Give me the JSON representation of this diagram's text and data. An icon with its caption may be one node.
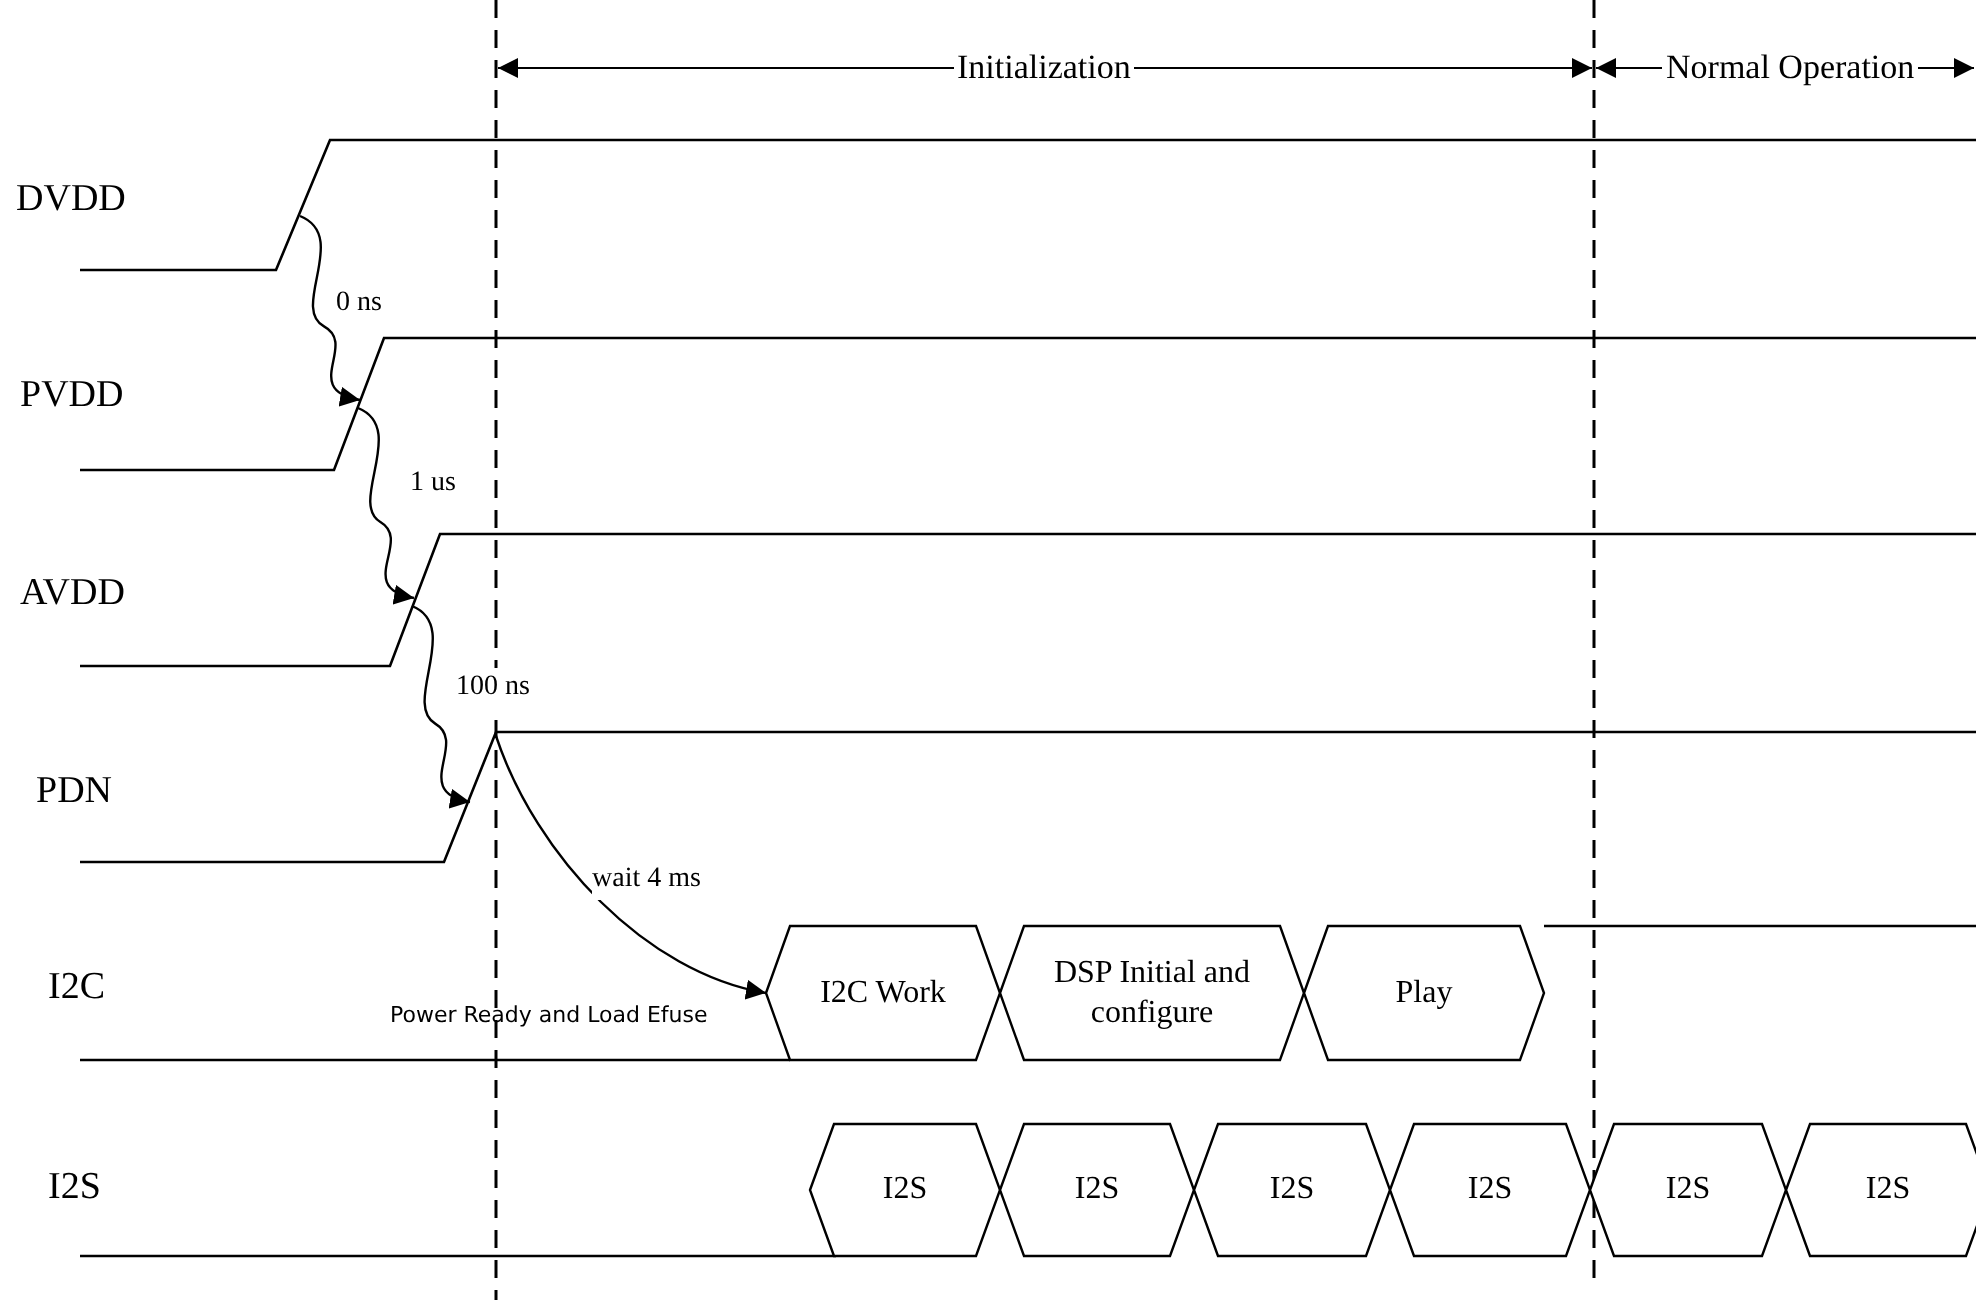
{
  "diagram": {
    "nodes": [
      {
        "text": [
          "DVDD"
        ]
      },
      {
        "text": [
          "PVDD"
        ]
      },
      {
        "text": [
          "AVDD"
        ]
      },
      {
        "text": [
          "PDN"
        ]
      },
      {
        "text": [
          "I2C"
        ]
      },
      {
        "text": [
          "I2C Work"
        ]
      },
      {
        "text": [
          "DSP Initial and configure"
        ]
      },
      {
        "text": [
          "Play"
        ]
      },
      {
        "text": [
          "I2S"
        ]
      },
      {
        "text": [
          "I2S"
        ]
      },
      {
        "text": [
          "I2S"
        ]
      },
      {
        "text": [
          "I2S"
        ]
      },
      {
        "text": [
          "I2S"
        ]
      },
      {
        "text": [
          "I2S"
        ]
      },
      {
        "text": [
          "I2S"
        ]
      }
    ],
    "edges": [
      {
        "from": 0,
        "to": 1,
        "arrow": "to",
        "label": "0 ns"
      },
      {
        "from": 1,
        "to": 2,
        "arrow": "to",
        "label": "1 us"
      },
      {
        "from": 2,
        "to": 3,
        "arrow": "to",
        "label": "100 ns"
      },
      {
        "from": 3,
        "to": 5,
        "arrow": "to",
        "label": "wait 4 ms"
      }
    ],
    "labels": [
      "Initialization",
      "Normal Operation",
      "Power Ready and Load Efuse"
    ]
  }
}
